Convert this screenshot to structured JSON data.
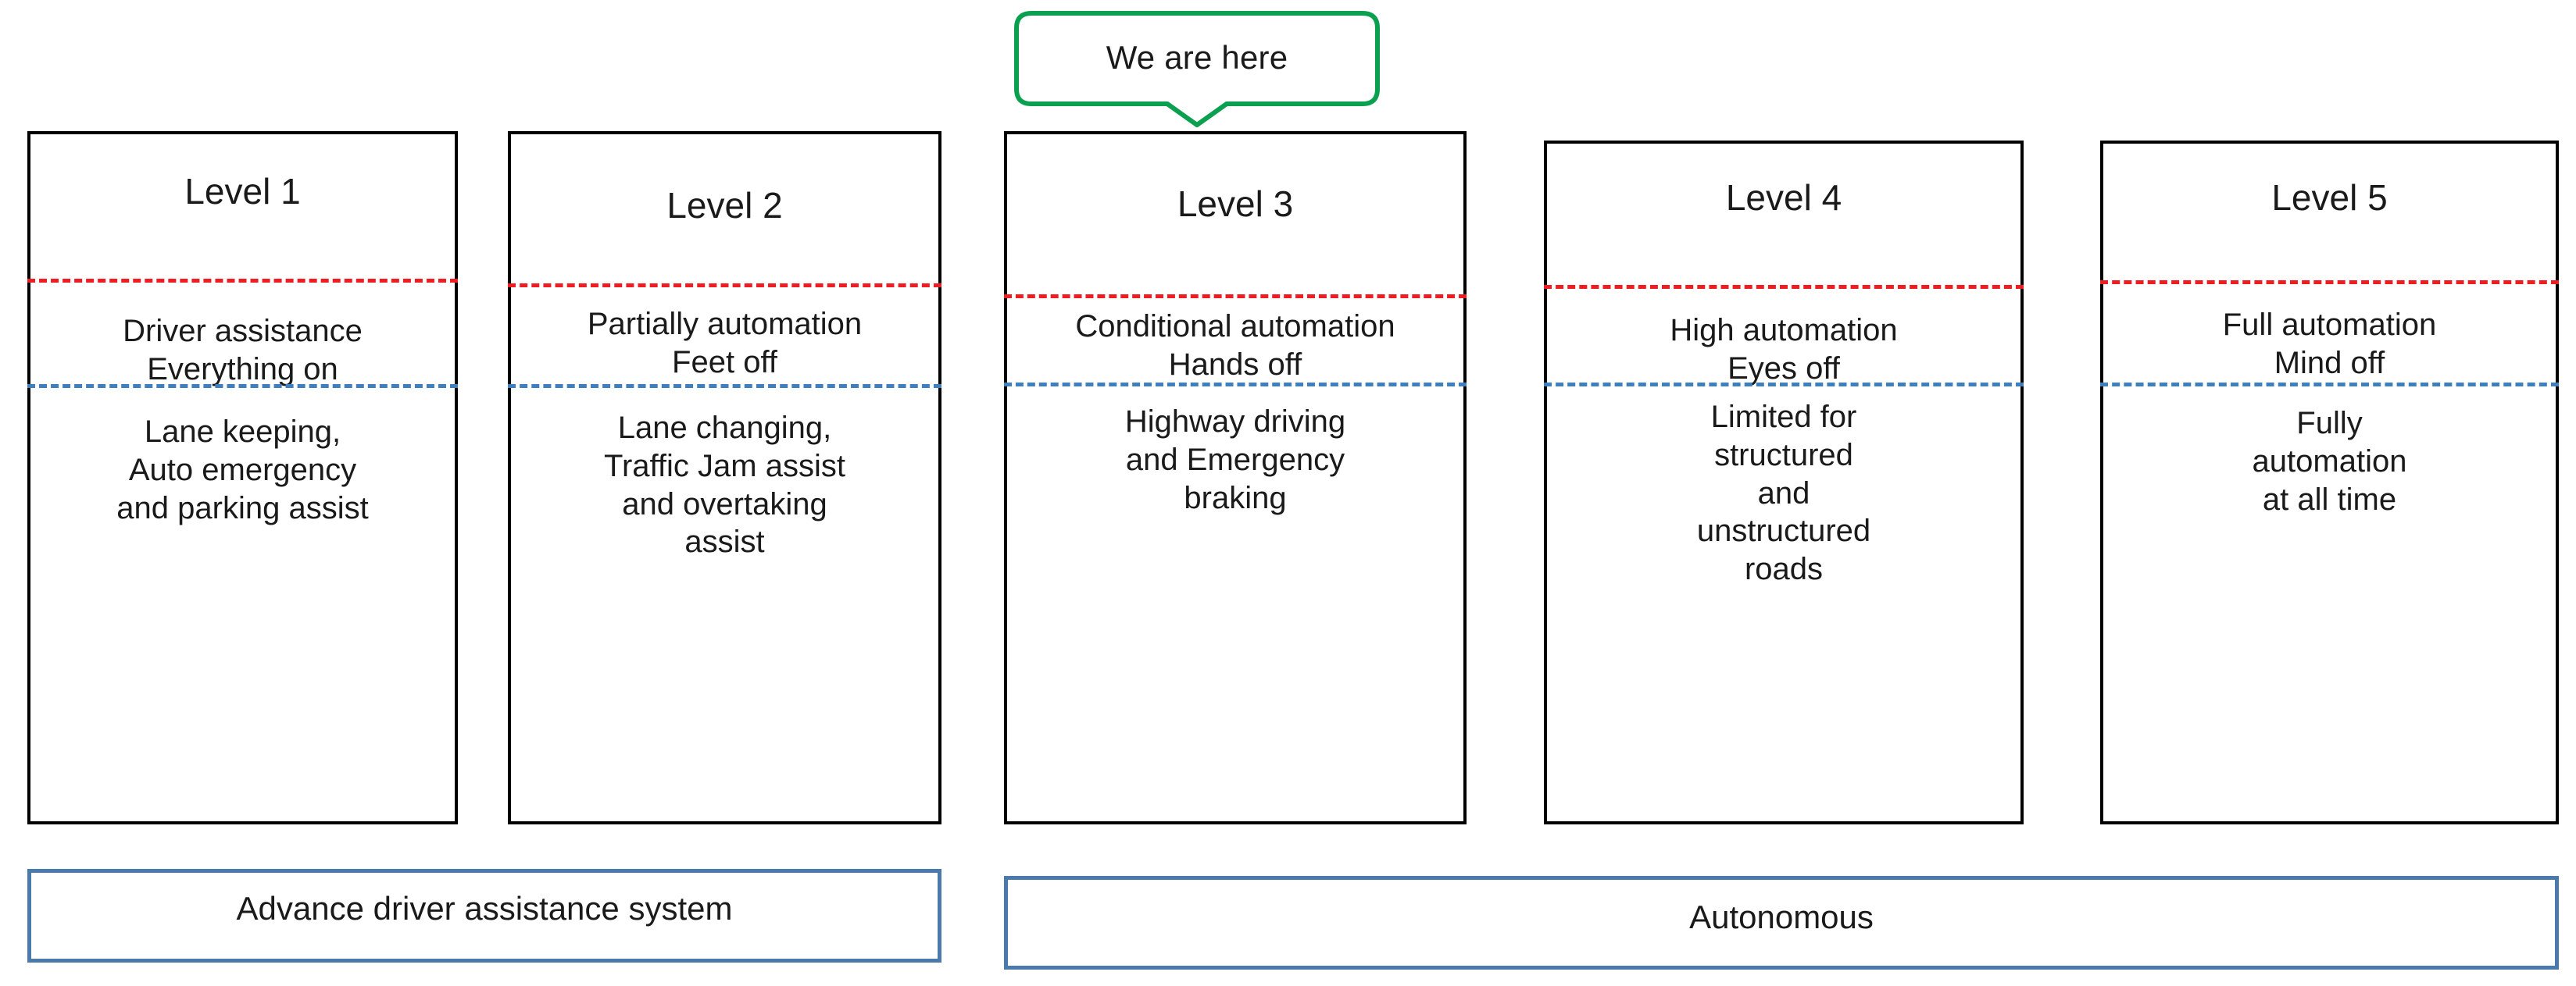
{
  "callout": {
    "text": "We are here",
    "border_color": "#0aa050",
    "points_to": "Level 3"
  },
  "colors": {
    "card_border": "#000000",
    "red_divider": "#ef1c22",
    "blue_divider": "#3d7fbf",
    "footer_border": "#4a7aab",
    "callout_green": "#0aa050",
    "text": "#1a1a1a",
    "background": "#ffffff"
  },
  "levels": [
    {
      "title": "Level 1",
      "description": "Driver assistance\nEverything on",
      "capabilities": "Lane keeping,\nAuto emergency\nand parking assist"
    },
    {
      "title": "Level 2",
      "description": "Partially automation\nFeet off",
      "capabilities": "Lane changing,\nTraffic Jam assist\nand overtaking\nassist"
    },
    {
      "title": "Level 3",
      "description": "Conditional automation\nHands off",
      "capabilities": "Highway driving\nand Emergency\nbraking"
    },
    {
      "title": "Level 4",
      "description": "High automation\nEyes off",
      "capabilities": "Limited for\nstructured\nand\nunstructured\nroads"
    },
    {
      "title": "Level 5",
      "description": "Full automation\nMind off",
      "capabilities": "Fully\nautomation\nat all time"
    }
  ],
  "footer_bars": [
    {
      "label": "Advance driver assistance system",
      "covers": "Level 1 - Level 2"
    },
    {
      "label": "Autonomous",
      "covers": "Level 3 - Level 5"
    }
  ]
}
